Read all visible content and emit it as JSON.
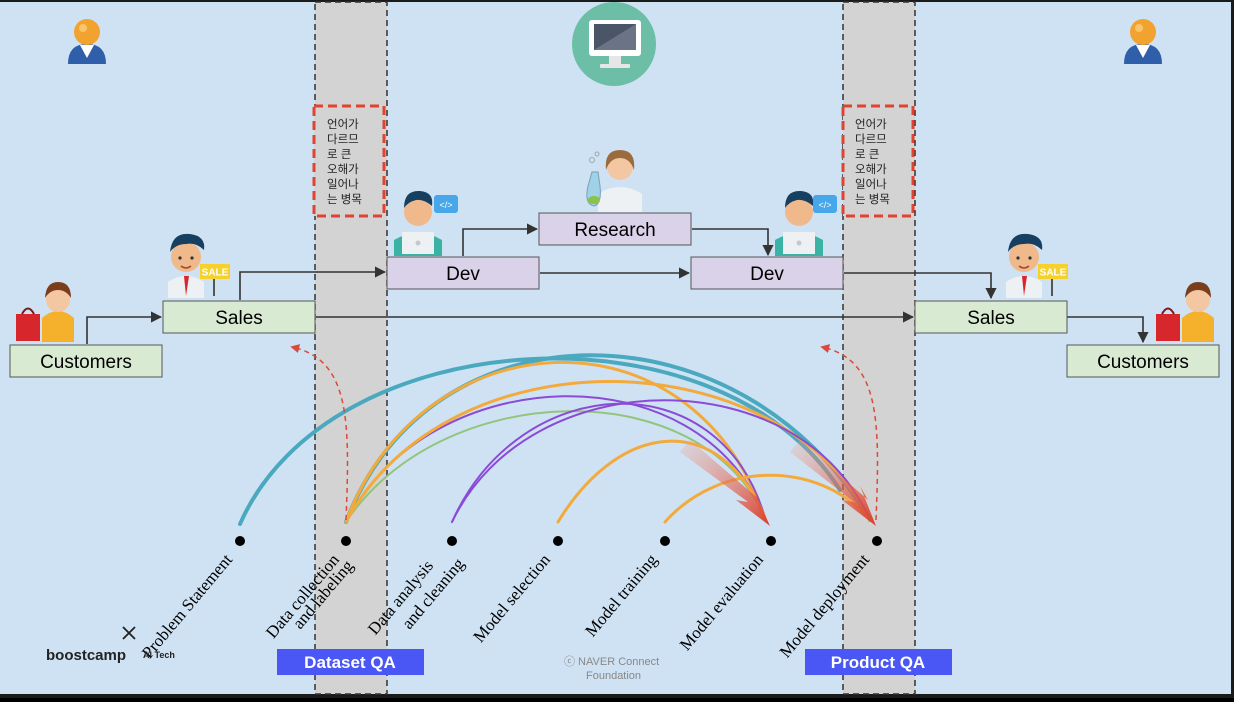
{
  "flow_top": {
    "customers_left": "Customers",
    "sales_left": "Sales",
    "dev_left": "Dev",
    "research": "Research",
    "dev_right": "Dev",
    "sales_right": "Sales",
    "customers_right": "Customers"
  },
  "bottleneck_note_left": [
    "언어가",
    "다르므",
    "로 큰",
    "오해가",
    "일어나",
    "는 병목"
  ],
  "bottleneck_note_right": [
    "언어가",
    "다르므",
    "로 큰",
    "오해가",
    "일어나",
    "는 병목"
  ],
  "stages": [
    [
      "Problem Statement"
    ],
    [
      "Data collection",
      "and labeling"
    ],
    [
      "Data analysis",
      "and cleaning"
    ],
    [
      "Model selection"
    ],
    [
      "Model training"
    ],
    [
      "Model evaluation"
    ],
    [
      "Model deployment"
    ]
  ],
  "qa_labels": {
    "dataset": "Dataset QA",
    "product": "Product QA"
  },
  "badges": {
    "sale_left": "SALE",
    "sale_right": "SALE"
  },
  "footer": {
    "logo_main": "boostcamp",
    "logo_sub": "AI Tech",
    "copyright_line1": "ⓒ  NAVER Connect",
    "copyright_line2": "Foundation"
  },
  "colors": {
    "background": "#cfe2f3",
    "box_green": "#d9ead3",
    "box_purple": "#d9d2e9",
    "qa_band": "#d3d3d3",
    "qa_label_bg": "#4a57f5",
    "dashed_red": "#e0432f",
    "arc_teal": "#4aa9bf",
    "arc_orange": "#f2aa3c",
    "arc_purple": "#8a4bd6",
    "arc_green": "#93c47d",
    "arrow_red": "#d93c2b"
  },
  "icons": [
    "customer-avatar-icon",
    "computer-monitor-icon",
    "shopping-customer-icon",
    "salesman-icon",
    "developer-icon",
    "researcher-icon"
  ]
}
